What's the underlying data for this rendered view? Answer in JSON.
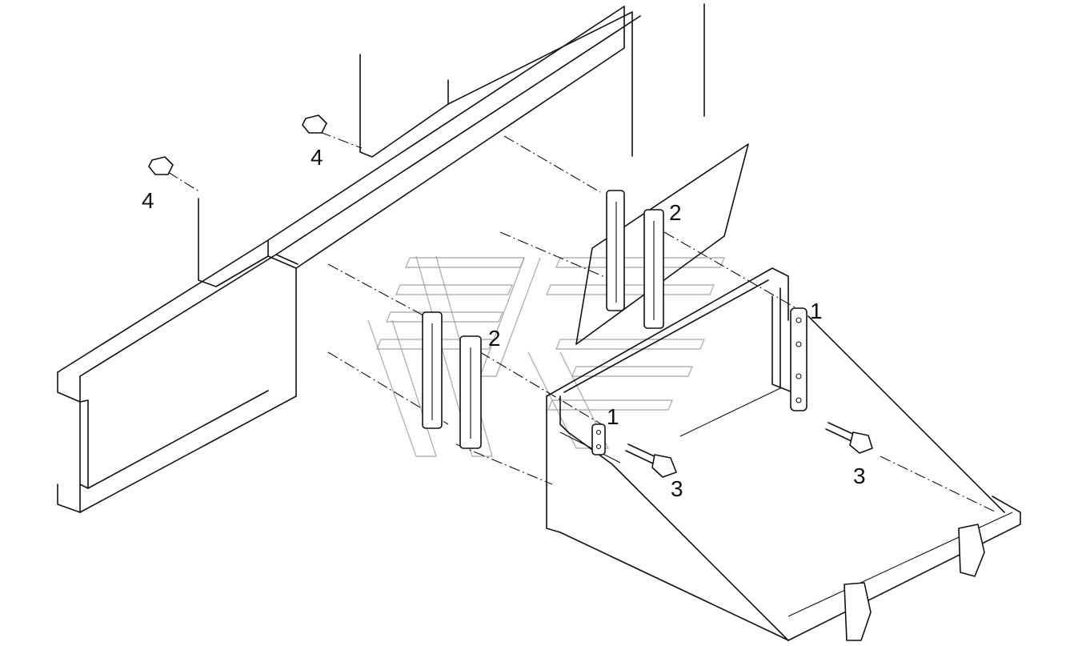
{
  "callouts": {
    "bracket_top": "1",
    "bracket_left": "1",
    "spacer_upper": "2",
    "spacer_lower": "2",
    "bolt_left": "3",
    "bolt_right": "3",
    "nut_upper": "4",
    "nut_lower": "4"
  },
  "colors": {
    "line": "#111111",
    "watermark": "#9a9a9a",
    "background": "#ffffff"
  }
}
